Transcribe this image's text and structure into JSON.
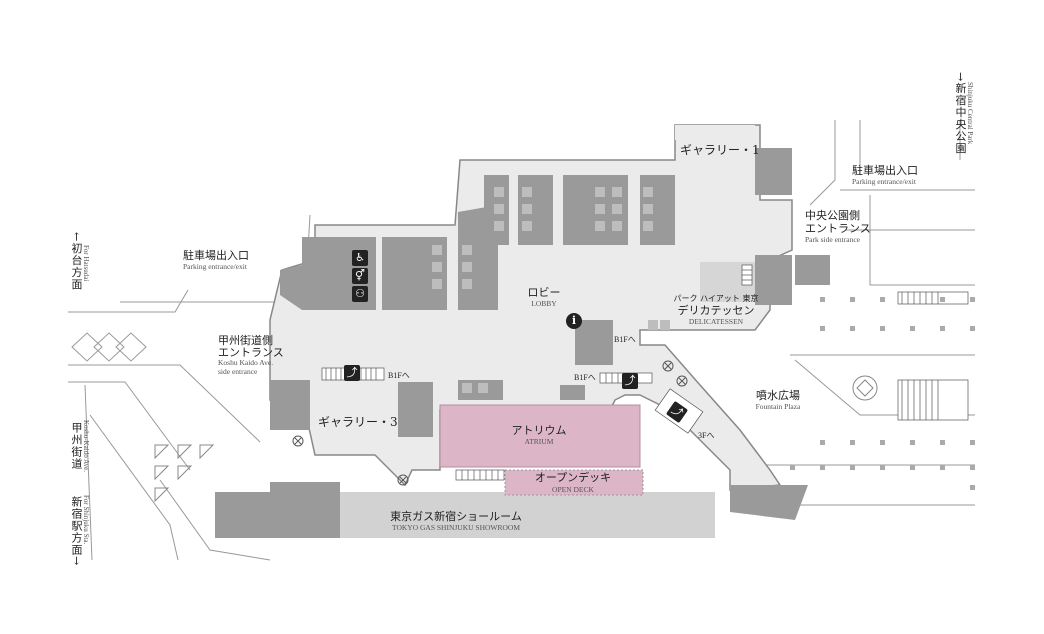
{
  "labels": {
    "gallery1": "ギャラリー・1",
    "gallery3": "ギャラリー・3",
    "lobby_jp": "ロビー",
    "lobby_en": "LOBBY",
    "atrium_jp": "アトリウム",
    "atrium_en": "ATRIUM",
    "open_deck_jp": "オープンデッキ",
    "open_deck_en": "OPEN DECK",
    "showroom_jp": "東京ガス新宿ショールーム",
    "showroom_en": "TOKYO GAS SHINJUKU SHOWROOM",
    "deli_jp1": "パーク ハイアット 東京",
    "deli_jp2": "デリカテッセン",
    "deli_en": "DELICATESSEN",
    "fountain_jp": "噴水広場",
    "fountain_en": "Fountain Plaza",
    "park_side_jp1": "中央公園側",
    "park_side_jp2": "エントランス",
    "park_side_en": "Park side entrance",
    "parking_right_jp": "駐車場出入口",
    "parking_right_en": "Parking entrance/exit",
    "parking_left_jp": "駐車場出入口",
    "parking_left_en": "Parking entrance/exit",
    "koshu_jp1": "甲州街道側",
    "koshu_jp2": "エントランス",
    "koshu_en1": "Koshu Kaido Ave.",
    "koshu_en2": "side entrance",
    "b1f_1": "B1Fへ",
    "b1f_2": "B1Fへ",
    "b1f_3": "B1Fへ",
    "3f": "3Fへ"
  },
  "directions": {
    "hatsudai_jp": "←初台方面",
    "hatsudai_en": "For Hatsudai",
    "koshu_jp": "甲州街道",
    "koshu_en": "Koshu-Kaido Ave.",
    "shinjuku_jp": "新宿駅方面→",
    "shinjuku_en": "For Shinjuku Sta.",
    "park_jp": "→新宿中央公園",
    "park_en": "Shinjuku Central Park"
  },
  "colors": {
    "floor": "#ebebeb",
    "wall": "#888888",
    "block": "#9a9a9a",
    "atrium": "#dcb6c6",
    "showroom": "#d2d2d2",
    "road": "#9a9a9a"
  },
  "icons": [
    "wheelchair-icon",
    "restroom-icon",
    "baby-care-icon",
    "info-icon",
    "escalator-icon",
    "elevator-icon"
  ]
}
